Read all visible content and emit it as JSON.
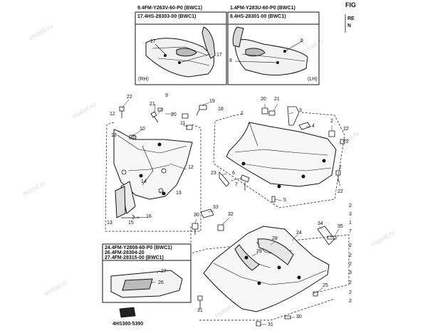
{
  "watermark": "motod.ru",
  "edge_labels": [
    "FIG",
    "RE",
    "N"
  ],
  "inset_rh": {
    "lines": [
      "9.4FM-Y263V-60-P0 (BWC1)",
      "17.4HS-28303-00 (BWC1)"
    ],
    "side": "(RH)",
    "callouts": [
      "17",
      "17"
    ]
  },
  "inset_lh": {
    "lines": [
      "1.4FM-Y283U-60-P0 (BWC1)",
      "8.4HS-28301-00 (BWC1)"
    ],
    "side": "(LH)",
    "callouts": [
      "8",
      "8"
    ]
  },
  "inset_bottom": {
    "lines": [
      "24.4FM-Y2808-60-P0 (BWC1)",
      "26.4FM-28304-20",
      "27.4FM-28315-00 (BWC1)"
    ],
    "callouts": [
      "27",
      "26"
    ]
  },
  "callouts": {
    "left": [
      "22",
      "12",
      "21",
      "20",
      "11",
      "10",
      "13",
      "9",
      "12",
      "14",
      "13",
      "16",
      "13",
      "15"
    ],
    "center": [
      "19",
      "18",
      "20",
      "21",
      "1",
      "23",
      "6",
      "7",
      "5",
      "3",
      "4",
      "2",
      "2",
      "22",
      "22",
      "2"
    ],
    "lower": [
      "30",
      "32",
      "33",
      "28",
      "29",
      "24",
      "34",
      "35",
      "25",
      "31",
      "30",
      "31"
    ],
    "right_edge": [
      "2",
      "3",
      "1",
      "7",
      "2",
      "2",
      "2",
      "3",
      "2",
      "2",
      "2"
    ]
  },
  "footer_code": "4HS300-5390"
}
